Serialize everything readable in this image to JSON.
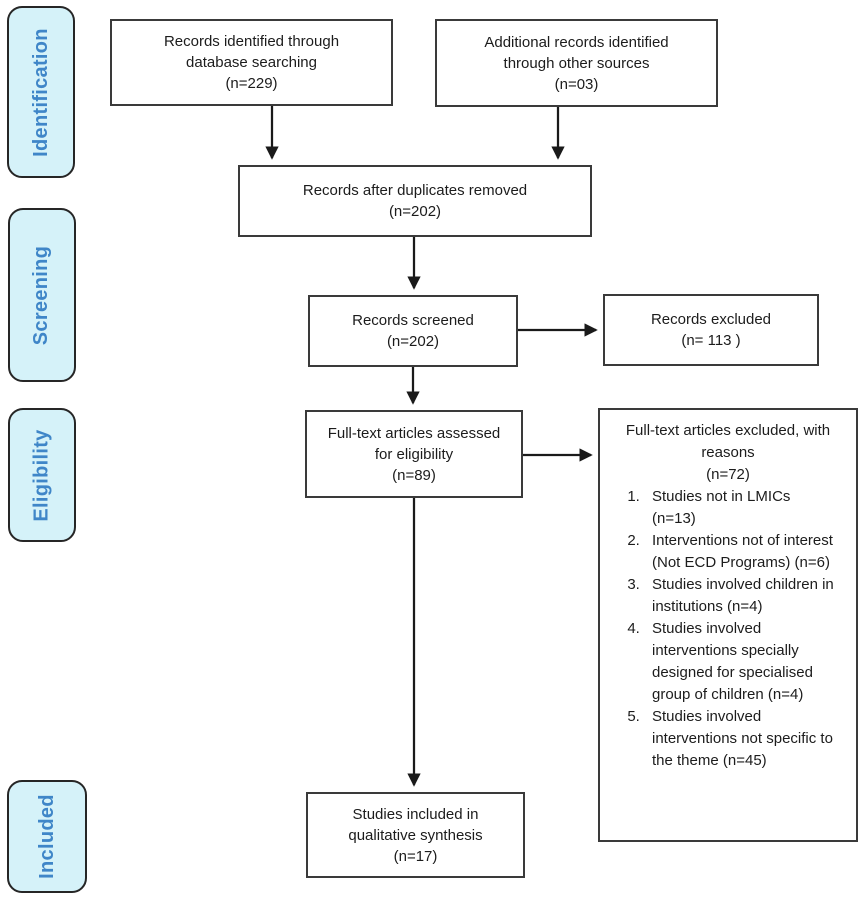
{
  "sidebar": {
    "stages": [
      {
        "label": "Identification"
      },
      {
        "label": "Screening"
      },
      {
        "label": "Eligibility"
      },
      {
        "label": "Included"
      }
    ]
  },
  "boxes": {
    "identified": {
      "label": "Records identified through database searching",
      "count": "(n=229)"
    },
    "additional": {
      "label": "Additional records identified through other sources",
      "count": "(n=03)"
    },
    "duplicates_removed": {
      "label": "Records after duplicates removed",
      "count": "(n=202)"
    },
    "screened": {
      "label": "Records screened",
      "count": "(n=202)"
    },
    "excluded": {
      "label": "Records excluded",
      "count": "(n= 113 )"
    },
    "fulltext_assessed": {
      "label": "Full-text articles assessed for eligibility",
      "count": "(n=89)"
    },
    "fulltext_excluded": {
      "label": "Full-text articles excluded, with reasons",
      "count": "(n=72)",
      "reasons": [
        "Studies not in LMICs (n=13)",
        "Interventions not of interest (Not ECD Programs) (n=6)",
        "Studies involved children in institutions (n=4)",
        "Studies involved interventions specially designed for specialised group of children (n=4)",
        "Studies involved interventions not specific to the theme (n=45)"
      ]
    },
    "included_studies": {
      "label": "Studies included in qualitative synthesis",
      "count": "(n=17)"
    }
  },
  "colors": {
    "stage_fill": "#d5f2f9",
    "stage_text": "#3f86c8",
    "box_border": "#3a3a3a",
    "arrow": "#1a1a1a"
  }
}
